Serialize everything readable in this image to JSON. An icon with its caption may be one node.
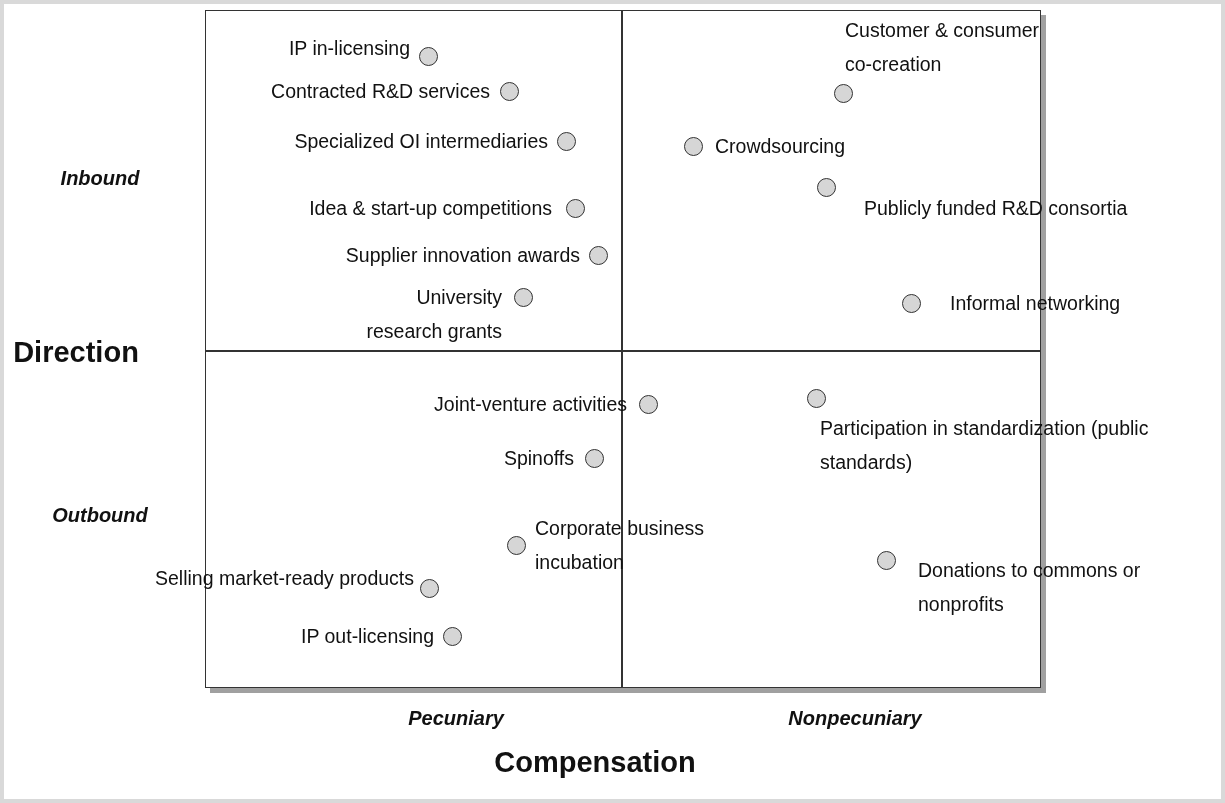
{
  "diagram": {
    "nodes": [
      {
        "text": [],
        "shape": "circle",
        "beside": [
          "IP in-licensing"
        ]
      },
      {
        "text": [],
        "shape": "circle",
        "beside": [
          "Customer & consumer co-creation"
        ]
      },
      {
        "text": [],
        "shape": "circle",
        "beside": [
          "Contracted R&D services"
        ]
      },
      {
        "text": [],
        "shape": "circle",
        "beside": [
          "Specialized OI intermediaries"
        ]
      },
      {
        "text": [],
        "shape": "circle",
        "beside": [
          "Crowdsourcing"
        ]
      },
      {
        "text": [],
        "shape": "circle",
        "beside": [
          "Publicly funded R&D consortia"
        ]
      },
      {
        "text": [],
        "shape": "circle",
        "beside": [
          "Idea & start-up competitions"
        ]
      },
      {
        "text": [],
        "shape": "circle",
        "beside": [
          "Supplier innovation awards"
        ]
      },
      {
        "text": [],
        "shape": "circle",
        "beside": [
          "University research grants"
        ]
      },
      {
        "text": [],
        "shape": "circle",
        "beside": [
          "Informal networking"
        ]
      },
      {
        "text": [],
        "shape": "circle",
        "beside": [
          "Participation in standardization (public standards)"
        ]
      },
      {
        "text": [],
        "shape": "circle",
        "beside": [
          "Joint-venture activities"
        ]
      },
      {
        "text": [],
        "shape": "circle",
        "beside": [
          "Spinoffs"
        ]
      },
      {
        "text": [],
        "shape": "circle",
        "beside": [
          "Corporate business incubation"
        ]
      },
      {
        "text": [],
        "shape": "circle",
        "beside": [
          "Donations to commons or nonprofits"
        ]
      },
      {
        "text": [],
        "shape": "circle",
        "beside": [
          "Selling market-ready products"
        ]
      },
      {
        "text": [],
        "shape": "circle",
        "beside": [
          "IP out-licensing"
        ]
      }
    ],
    "labels": [
      "Inbound",
      "Direction",
      "Outbound",
      "Pecuniary",
      "Nonpecuniary",
      "Compensation"
    ]
  }
}
